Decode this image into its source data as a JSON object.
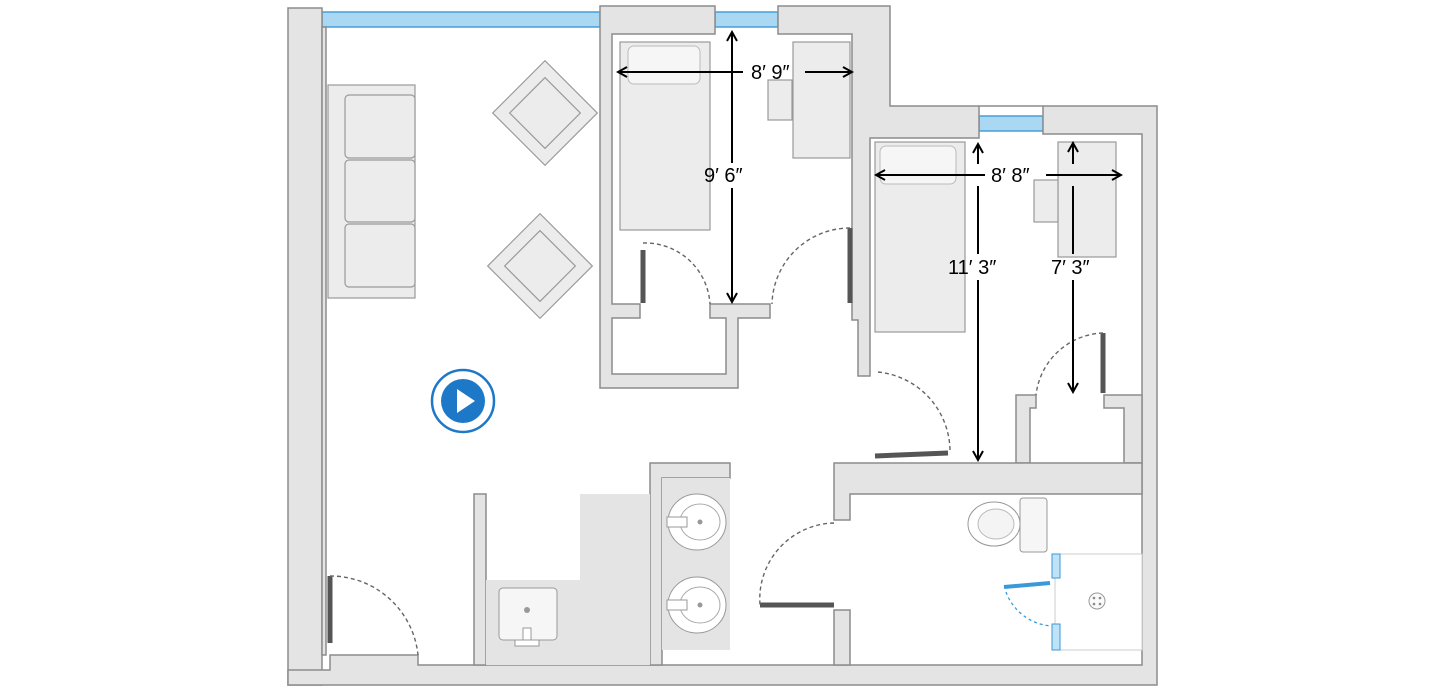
{
  "colors": {
    "wall_fill": "#e4e4e4",
    "wall_stroke": "#8c8c8c",
    "furniture_fill": "#ececec",
    "furniture_stroke": "#9a9a9a",
    "door": "#555555",
    "window_fill": "#aad7f2",
    "window_stroke": "#3a9ad9",
    "accent": "#1e78c8"
  },
  "icons": {
    "play": "play-icon"
  },
  "dimensions": {
    "bedroom_1_width": "8′ 9″",
    "bedroom_1_length": "9′ 6″",
    "bedroom_2_width": "8′ 8″",
    "bedroom_2_length": "11′ 3″",
    "bedroom_2_closet_length": "7′ 3″"
  }
}
